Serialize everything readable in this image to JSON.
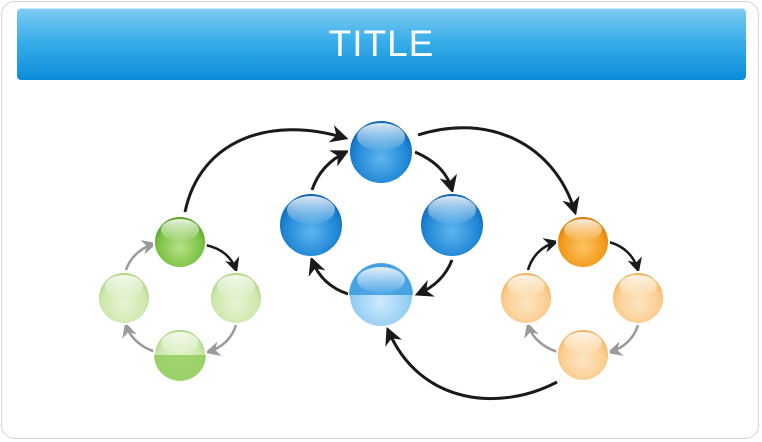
{
  "title": "TITLE",
  "colors": {
    "title_bar_top": "#7fcdf3",
    "title_bar_bottom": "#0b8ddc",
    "blue_group": "#1e88d8",
    "green_group": "#7cc243",
    "orange_group": "#f39a1a"
  },
  "diagram": {
    "type": "three linked cycles",
    "groups": [
      {
        "name": "green",
        "nodes": 4,
        "flow": "clockwise"
      },
      {
        "name": "blue",
        "nodes": 4,
        "flow": "clockwise"
      },
      {
        "name": "orange",
        "nodes": 4,
        "flow": "clockwise"
      }
    ],
    "links": [
      {
        "from": "green",
        "to": "blue"
      },
      {
        "from": "blue",
        "to": "orange"
      },
      {
        "from": "orange",
        "to": "blue"
      }
    ]
  }
}
